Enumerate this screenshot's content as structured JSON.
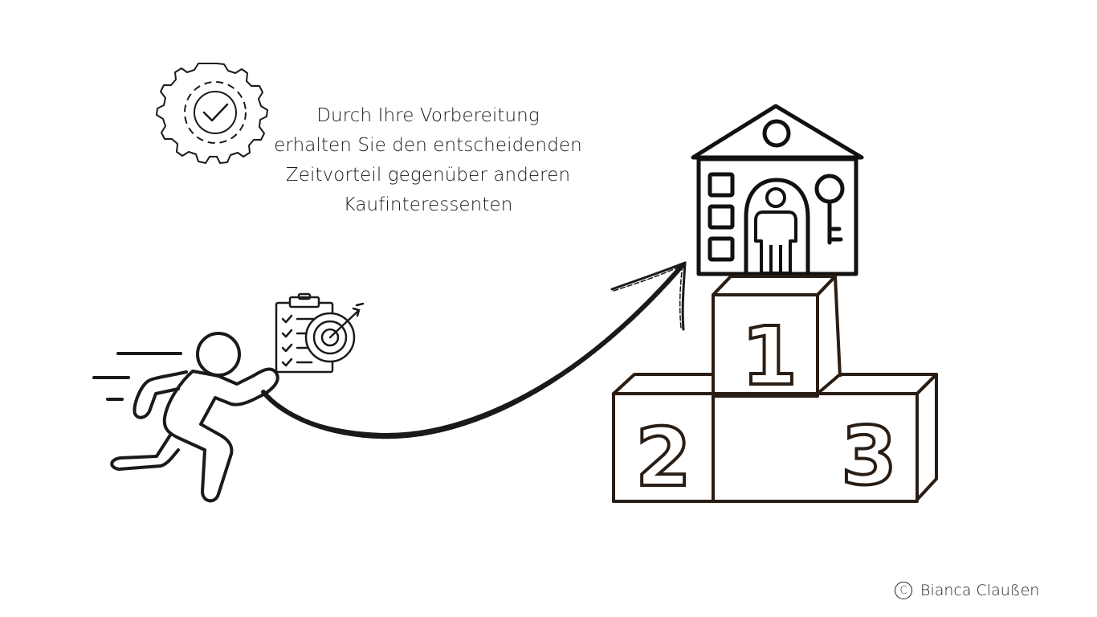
{
  "caption": {
    "lines": [
      "Durch Ihre Vorbereitung",
      "erhalten Sie den entscheidenden",
      "Zeitvorteil gegenüber anderen",
      "Kaufinteressenten"
    ]
  },
  "podium": {
    "first": "1",
    "second": "2",
    "third": "3"
  },
  "credit": {
    "symbol": "C",
    "author": "Bianca Claußen"
  },
  "icons": [
    "gear-check-icon",
    "running-person-icon",
    "clipboard-checklist-icon",
    "target-arrow-icon",
    "arrow-icon",
    "house-icon",
    "person-icon",
    "key-icon",
    "podium-icon"
  ],
  "colors": {
    "ink": "#1a1a1a",
    "background": "#ffffff"
  }
}
